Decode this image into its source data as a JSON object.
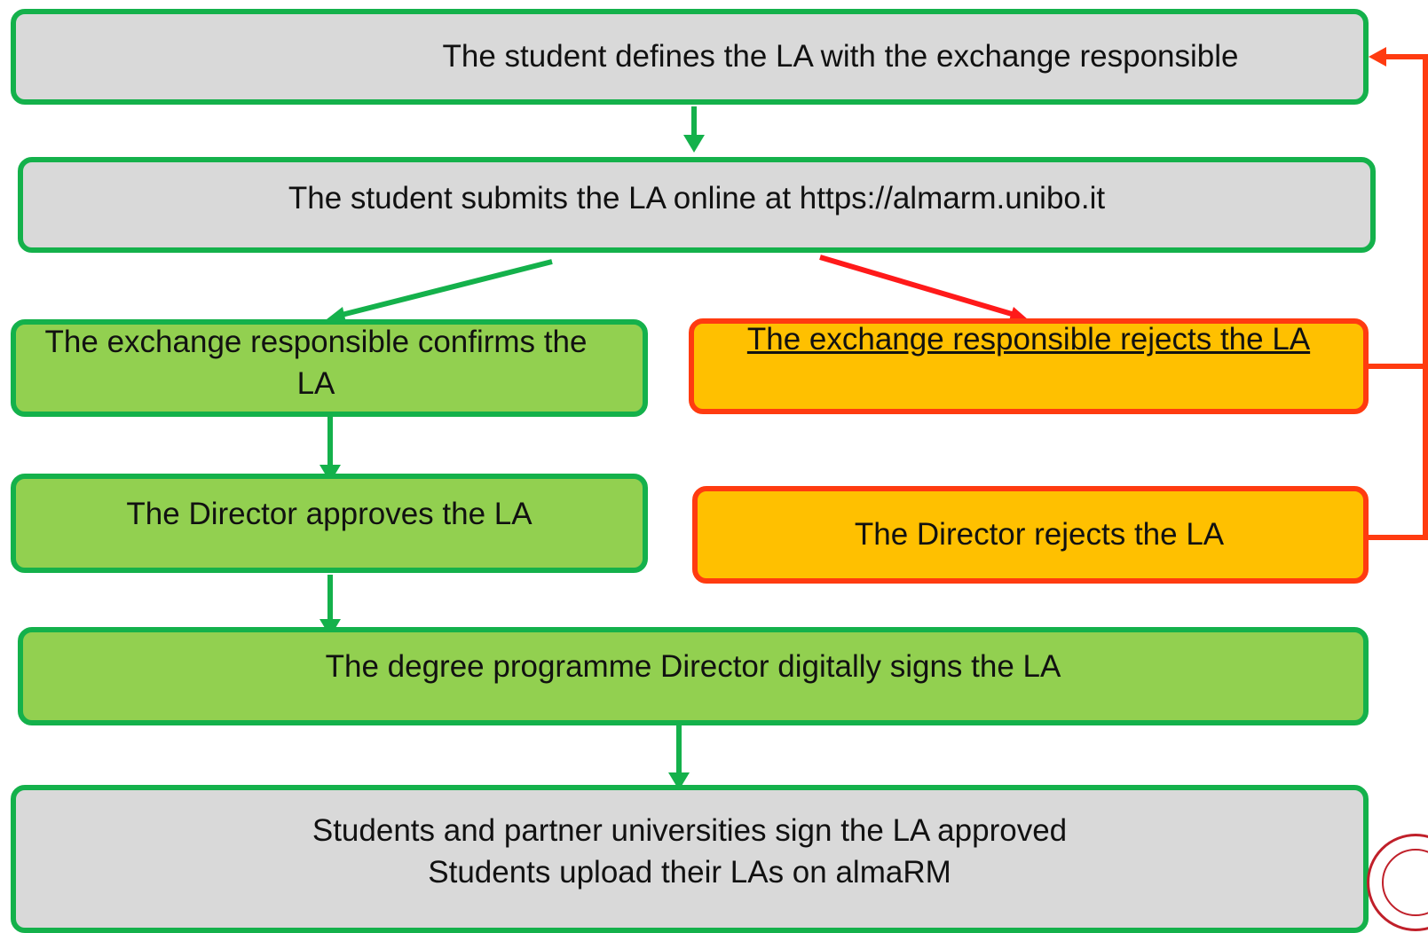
{
  "steps": {
    "define": "The student defines the LA with the exchange responsible",
    "submit": "The student submits the LA online at https://almarm.unibo.it",
    "confirm": "The exchange responsible confirms the LA",
    "reject_exchange": "The exchange responsible rejects the LA",
    "approve": "The Director approves the LA",
    "reject_director": "The Director rejects the LA",
    "sign": "The degree programme Director digitally signs the LA",
    "final_line1": "Students and partner universities sign the LA approved",
    "final_line2": "Students upload their LAs on almaRM"
  },
  "colors": {
    "green_border": "#14b14b",
    "green_fill": "#92d050",
    "grey_fill": "#d9d9d9",
    "orange_fill": "#ffc000",
    "red": "#ff3b10"
  },
  "seal": {
    "kind": "university-seal-logo"
  }
}
